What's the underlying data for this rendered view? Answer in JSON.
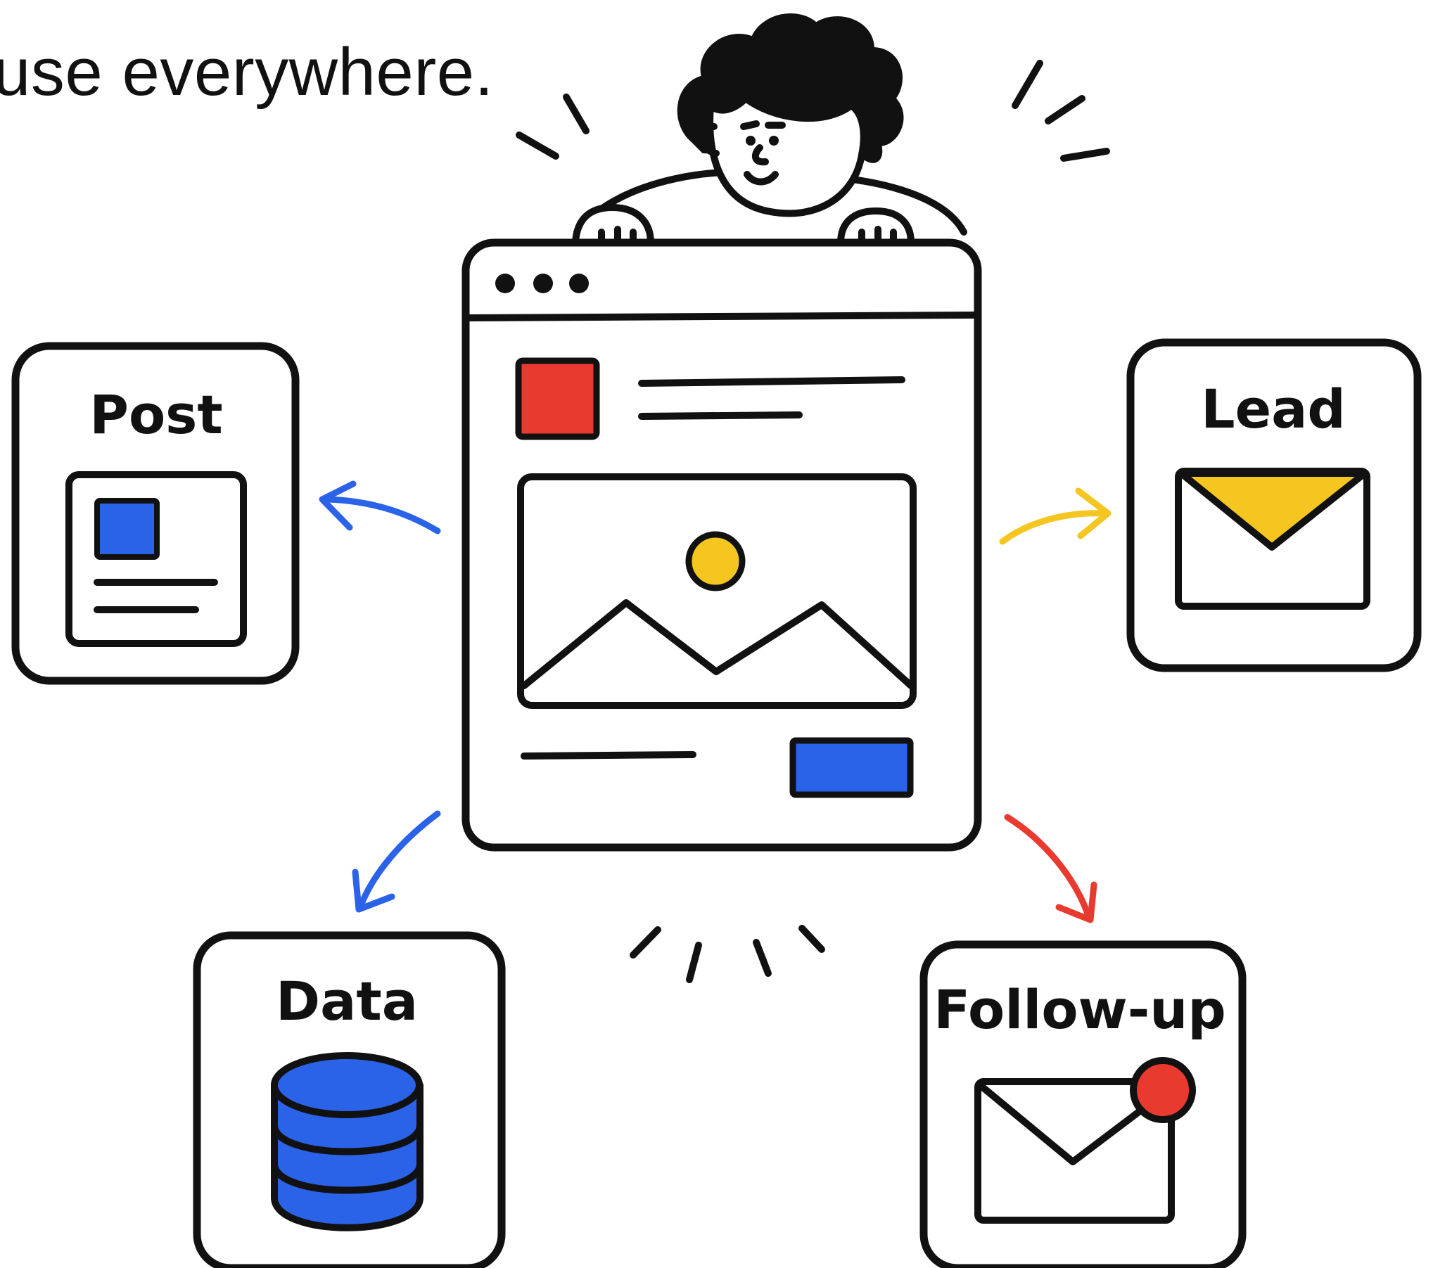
{
  "tagline": "use everywhere.",
  "cards": {
    "post": "Post",
    "lead": "Lead",
    "data": "Data",
    "followup": "Follow-up"
  },
  "colors": {
    "ink": "#111111",
    "blue": "#2b63e8",
    "red": "#e93a2f",
    "yellow": "#f4c61f",
    "background": "#ffffff"
  },
  "icons": {
    "person": "person-peeking-icon",
    "browser": "browser-window-icon",
    "post": "document-icon",
    "lead": "envelope-icon",
    "data": "database-icon",
    "followup": "envelope-notification-icon"
  }
}
